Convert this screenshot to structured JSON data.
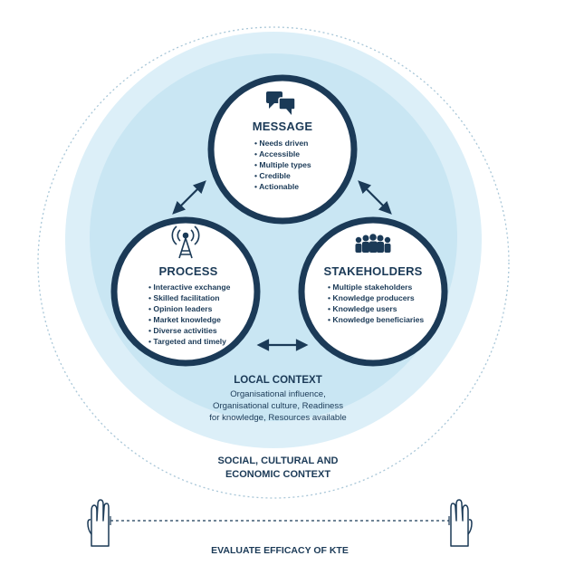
{
  "colors": {
    "navy": "#1b3a57",
    "outer_fill": "#dceff8",
    "inner_fill": "#c9e6f3",
    "dotted_ring": "#a9c7d8",
    "circle_fill": "#ffffff"
  },
  "message": {
    "title": "MESSAGE",
    "icon": "speech-bubbles-icon",
    "items": [
      "Needs driven",
      "Accessible",
      "Multiple types",
      "Credible",
      "Actionable"
    ]
  },
  "process": {
    "title": "PROCESS",
    "icon": "broadcast-tower-icon",
    "items": [
      "Interactive exchange",
      "Skilled facilitation",
      "Opinion leaders",
      "Market knowledge",
      "Diverse activities",
      "Targeted and timely"
    ]
  },
  "stakeholders": {
    "title": "STAKEHOLDERS",
    "icon": "people-group-icon",
    "items": [
      "Multiple stakeholders",
      "Knowledge producers",
      "Knowledge users",
      "Knowledge beneficiaries"
    ]
  },
  "local_context": {
    "title": "LOCAL CONTEXT",
    "lines": [
      "Organisational influence,",
      "Organisational culture, Readiness",
      "for knowledge, Resources available"
    ]
  },
  "social_context": {
    "lines": [
      "SOCIAL, CULTURAL AND",
      "ECONOMIC CONTEXT"
    ]
  },
  "evaluate": {
    "label": "EVALUATE EFFICACY OF KTE",
    "icon_left": "hand-icon",
    "icon_right": "hand-icon"
  }
}
